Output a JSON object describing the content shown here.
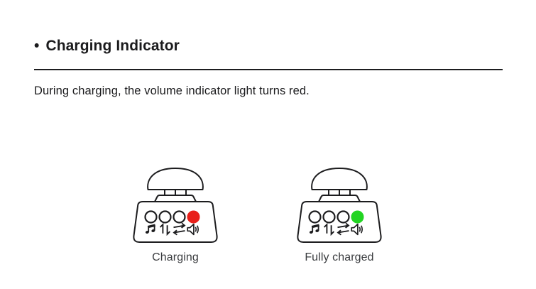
{
  "section": {
    "bullet": "•",
    "title": "Charging Indicator"
  },
  "description": "During charging, the volume indicator light turns red.",
  "figures": [
    {
      "caption": "Charging",
      "indicator_color": "#e8201a",
      "indicator_state": "red",
      "button_icons": [
        "music-note",
        "arrows-up-down",
        "arrows-swap",
        "speaker"
      ]
    },
    {
      "caption": "Fully charged",
      "indicator_color": "#22d422",
      "indicator_state": "green",
      "button_icons": [
        "music-note",
        "arrows-up-down",
        "arrows-swap",
        "speaker"
      ]
    }
  ],
  "colors": {
    "background": "#ffffff",
    "text": "#1b1b1d",
    "caption": "#3a3c3f",
    "outline": "#1c1c1e",
    "divider": "#1d1d1f",
    "charging_red": "#e8201a",
    "charged_green": "#22d422"
  }
}
